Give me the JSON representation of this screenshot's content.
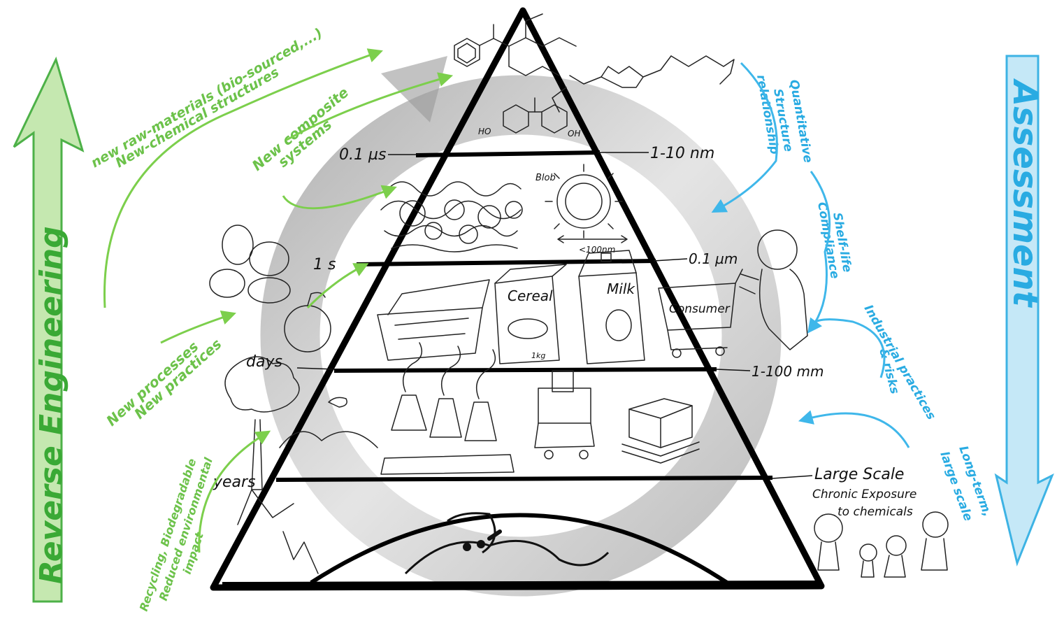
{
  "left_axis": {
    "label": "Reverse Engineering",
    "color": "#3aa935"
  },
  "right_axis": {
    "label": "Assessment",
    "color": "#29abe2"
  },
  "green_notes": {
    "raw_materials_1": "new raw-materials (bio-sourced,...)",
    "raw_materials_2": "New-chemical structures",
    "composite_1": "New composite",
    "composite_2": "systems",
    "processes_1": "New processes",
    "processes_2": "New practices",
    "recycling_1": "Recycling, Biodegradable",
    "recycling_2": "Reduced environmental",
    "recycling_3": "impact"
  },
  "blue_notes": {
    "qsar_1": "Quantitative",
    "qsar_2": "Structure",
    "qsar_3": "relationship",
    "shelf_1": "Shelf-life",
    "shelf_2": "Compliance",
    "industrial_1": "Industrial practices",
    "industrial_2": "& risks",
    "longterm_1": "Long-term,",
    "longterm_2": "large scale"
  },
  "time_scales": [
    "0.1 µs",
    "1 s",
    "days",
    "years"
  ],
  "length_scales": [
    "1-10 nm",
    "0.1 µm",
    "1-100 mm"
  ],
  "large_scale_1": "Large Scale",
  "large_scale_2": "Chronic Exposure",
  "large_scale_3": "to chemicals",
  "sketch_labels": {
    "blob": "Blob",
    "nanoparticle_size": "<100nm",
    "cereal": "Cereal",
    "cereal_weight": "1kg",
    "milk": "Milk",
    "consumer": "Consumer",
    "ho_left": "HO",
    "oh_right": "OH"
  }
}
